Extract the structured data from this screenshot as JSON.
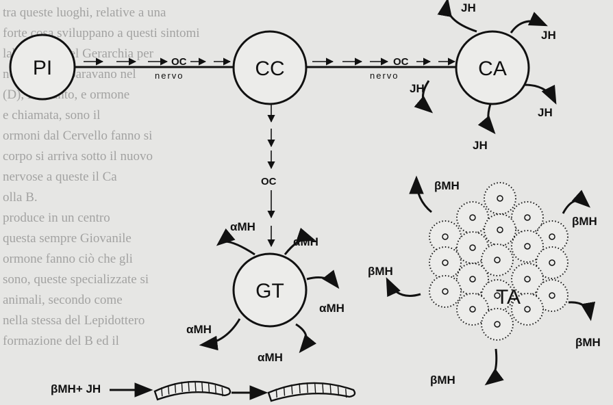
{
  "nodes": {
    "pi": "PI",
    "cc": "CC",
    "ca": "CA",
    "gt": "GT",
    "ta": "TA"
  },
  "edges": {
    "pi_cc_top": "OC",
    "pi_cc_bottom": "nervo",
    "cc_ca_top": "OC",
    "cc_ca_bottom": "nervo",
    "cc_gt": "OC"
  },
  "hormones": {
    "jh": "JH",
    "amh": "αMH",
    "bmh": "βMH",
    "combo": "βMH+ JH"
  },
  "background_text": [
    "tra queste luoghi, relative a una",
    "forte cosa sviluppano a questi sintomi",
    "laboratorio nel Gerarchia per",
    "nervose si separavano nel",
    "(D), Frattanto, e ormone",
    "e chiamata, sono il",
    "ormoni dal Cervello fanno si",
    "corpo si arriva sotto il nuovo",
    "nervose a queste il Ca",
    "olla B.",
    "produce in un centro",
    "questa sempre Giovanile",
    "ormone fanno ciò che gli",
    "sono, queste specializzate si",
    "animali, secondo come",
    "nella stessa del Lepidottero",
    "formazione del B ed il"
  ]
}
